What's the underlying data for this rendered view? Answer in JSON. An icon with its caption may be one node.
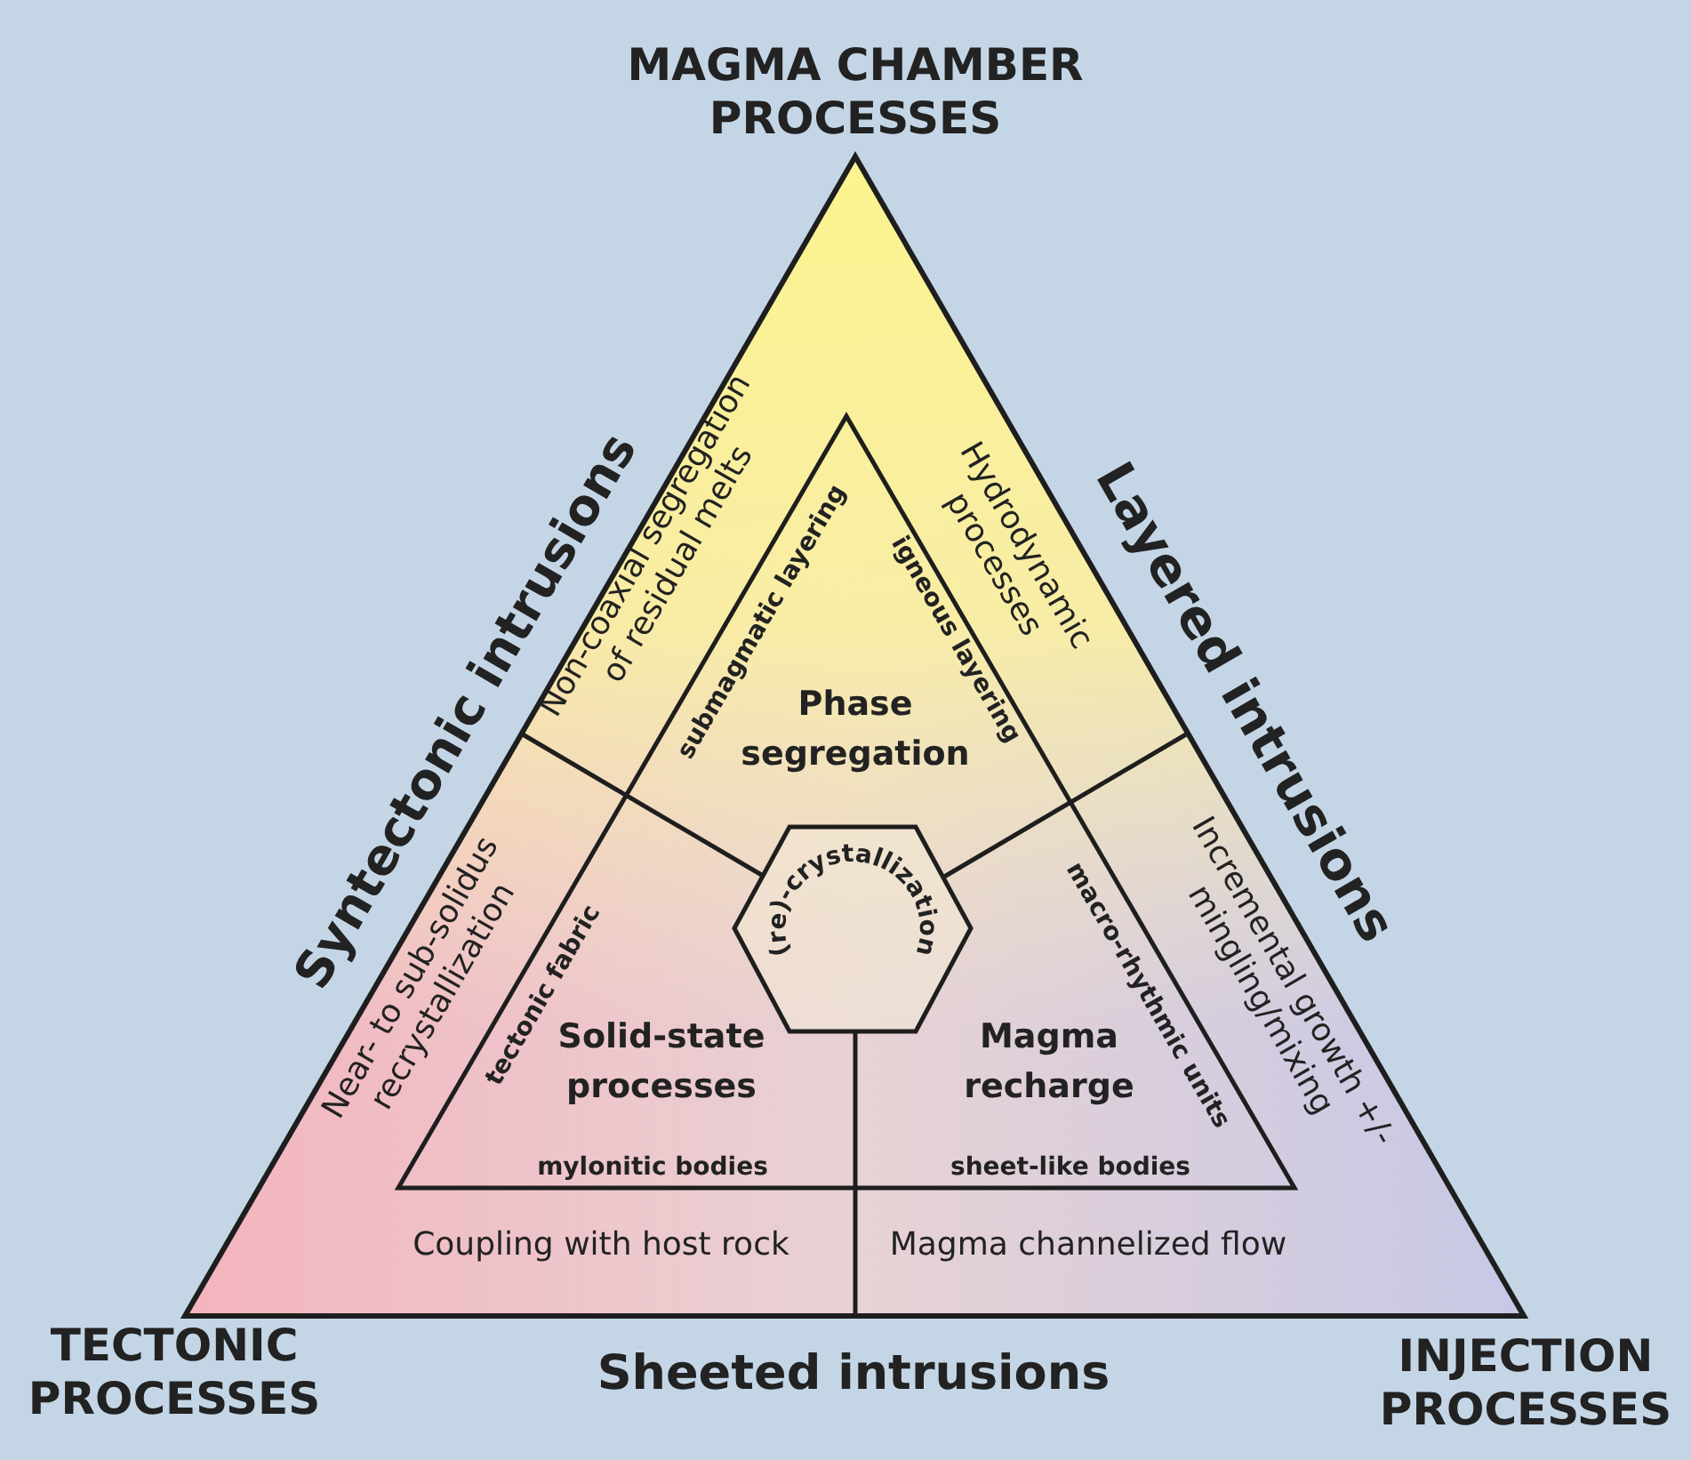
{
  "diagram": {
    "nodes": [
      {
        "text": [
          "(re)-crystallization"
        ]
      }
    ],
    "labels": [
      "MAGMA CHAMBER PROCESSES",
      "Syntectonic intrusions",
      "Non-coaxial segregation of residual melts",
      "submagmatic layering",
      "Hydrodynamic processes",
      "igneous layering",
      "Layered intrusions",
      "Phase segregation",
      "Near- to sub-solidus recrystallization",
      "tectonic fabric",
      "Solid-state processes",
      "macro-rhythmic units",
      "Incremental growth +/- mingling/mixing",
      "Magma recharge",
      "mylonitic bodies",
      "sheet-like bodies",
      "Coupling with host rock",
      "Magma channelized flow",
      "TECTONIC PROCESSES",
      "Sheeted intrusions",
      "INJECTION PROCESSES"
    ]
  }
}
